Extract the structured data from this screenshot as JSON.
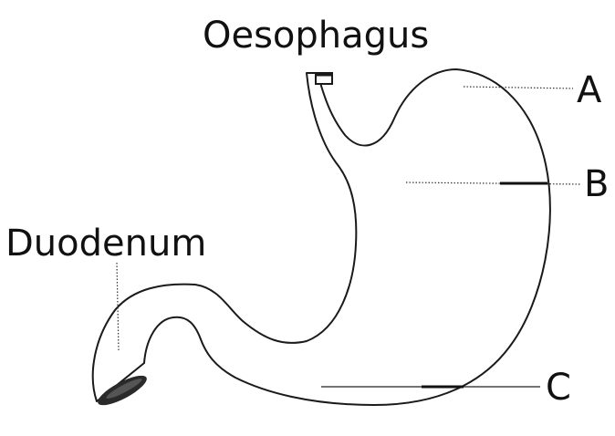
{
  "labels": {
    "oesophagus": "Oesophagus",
    "duodenum": "Duodenum",
    "a": "A",
    "b": "B",
    "c": "C"
  },
  "colors": {
    "ink": "#1a1a1a",
    "background": "#ffffff"
  }
}
